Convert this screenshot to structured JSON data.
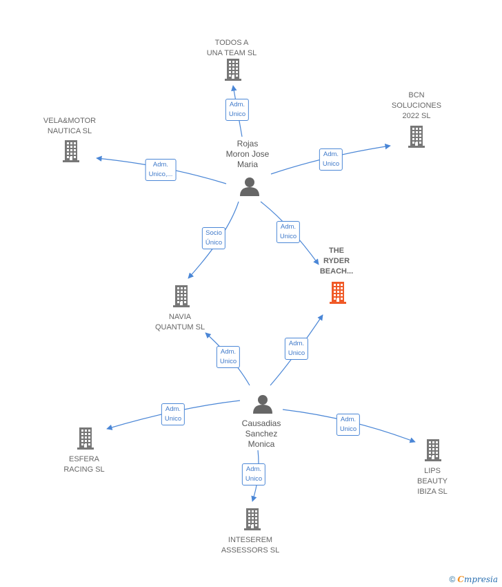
{
  "colors": {
    "edge": "#4a86d6",
    "company": "#777777",
    "focus": "#f05a28",
    "person": "#666666"
  },
  "nodes": {
    "todos": {
      "label": "TODOS A\nUNA TEAM  SL",
      "kind": "company"
    },
    "bcn": {
      "label": "BCN\nSOLUCIONES\n2022  SL",
      "kind": "company"
    },
    "vela": {
      "label": "VELA&MOTOR\nNAUTICA SL",
      "kind": "company"
    },
    "rojas": {
      "label": "Rojas\nMoron Jose\nMaria",
      "kind": "person"
    },
    "ryder": {
      "label": "THE\nRYDER\nBEACH...",
      "kind": "focus"
    },
    "navia": {
      "label": "NAVIA\nQUANTUM SL",
      "kind": "company"
    },
    "causadias": {
      "label": "Causadias\nSanchez\nMonica",
      "kind": "person"
    },
    "esfera": {
      "label": "ESFERA\nRACING  SL",
      "kind": "company"
    },
    "lips": {
      "label": "LIPS\nBEAUTY\nIBIZA  SL",
      "kind": "company"
    },
    "inteserem": {
      "label": "INTESEREM\nASSESSORS SL",
      "kind": "company"
    }
  },
  "edges": [
    {
      "from": "rojas",
      "to": "todos",
      "label": "Adm.\nUnico"
    },
    {
      "from": "rojas",
      "to": "bcn",
      "label": "Adm.\nUnico"
    },
    {
      "from": "rojas",
      "to": "vela",
      "label": "Adm.\nUnico,..."
    },
    {
      "from": "rojas",
      "to": "navia",
      "label": "Socio\nÚnico"
    },
    {
      "from": "rojas",
      "to": "ryder",
      "label": "Adm.\nUnico"
    },
    {
      "from": "causadias",
      "to": "navia",
      "label": "Adm.\nUnico"
    },
    {
      "from": "causadias",
      "to": "ryder",
      "label": "Adm.\nUnico"
    },
    {
      "from": "causadias",
      "to": "esfera",
      "label": "Adm.\nUnico"
    },
    {
      "from": "causadias",
      "to": "lips",
      "label": "Adm.\nUnico"
    },
    {
      "from": "causadias",
      "to": "inteserem",
      "label": "Adm.\nUnico"
    }
  ],
  "footer": {
    "copyright": "©",
    "brand_initial": "C",
    "brand_rest": "mpresia"
  }
}
